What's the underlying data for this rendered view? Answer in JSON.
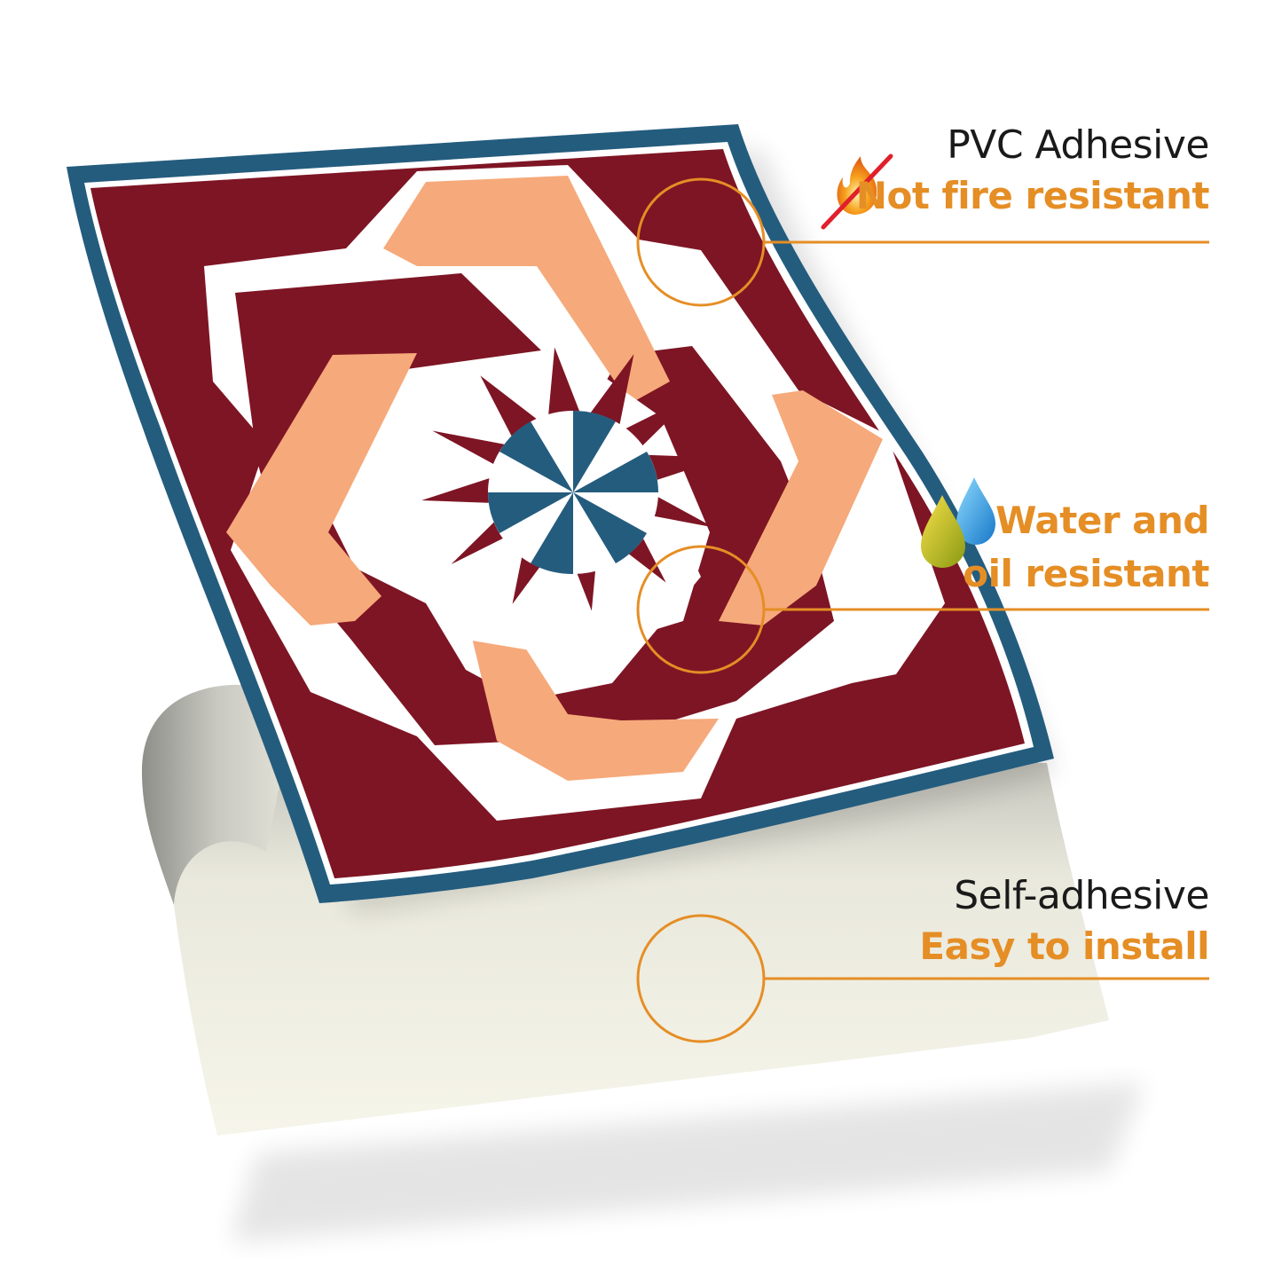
{
  "colors": {
    "accent": "#e58e25",
    "maroon": "#7e1524",
    "blue": "#245c7e",
    "peach": "#f6a97a",
    "backing": "#f3f2e6",
    "text": "#1a1a1a"
  },
  "features": [
    {
      "title": "PVC Adhesive",
      "subtitle": "Not fire resistant",
      "icon": "fire-crossed-out-icon"
    },
    {
      "title": "Water and",
      "subtitle": "oil resistant",
      "icon": "water-oil-drops-icon"
    },
    {
      "title": "Self-adhesive",
      "subtitle": "Easy to install",
      "icon": ""
    }
  ]
}
